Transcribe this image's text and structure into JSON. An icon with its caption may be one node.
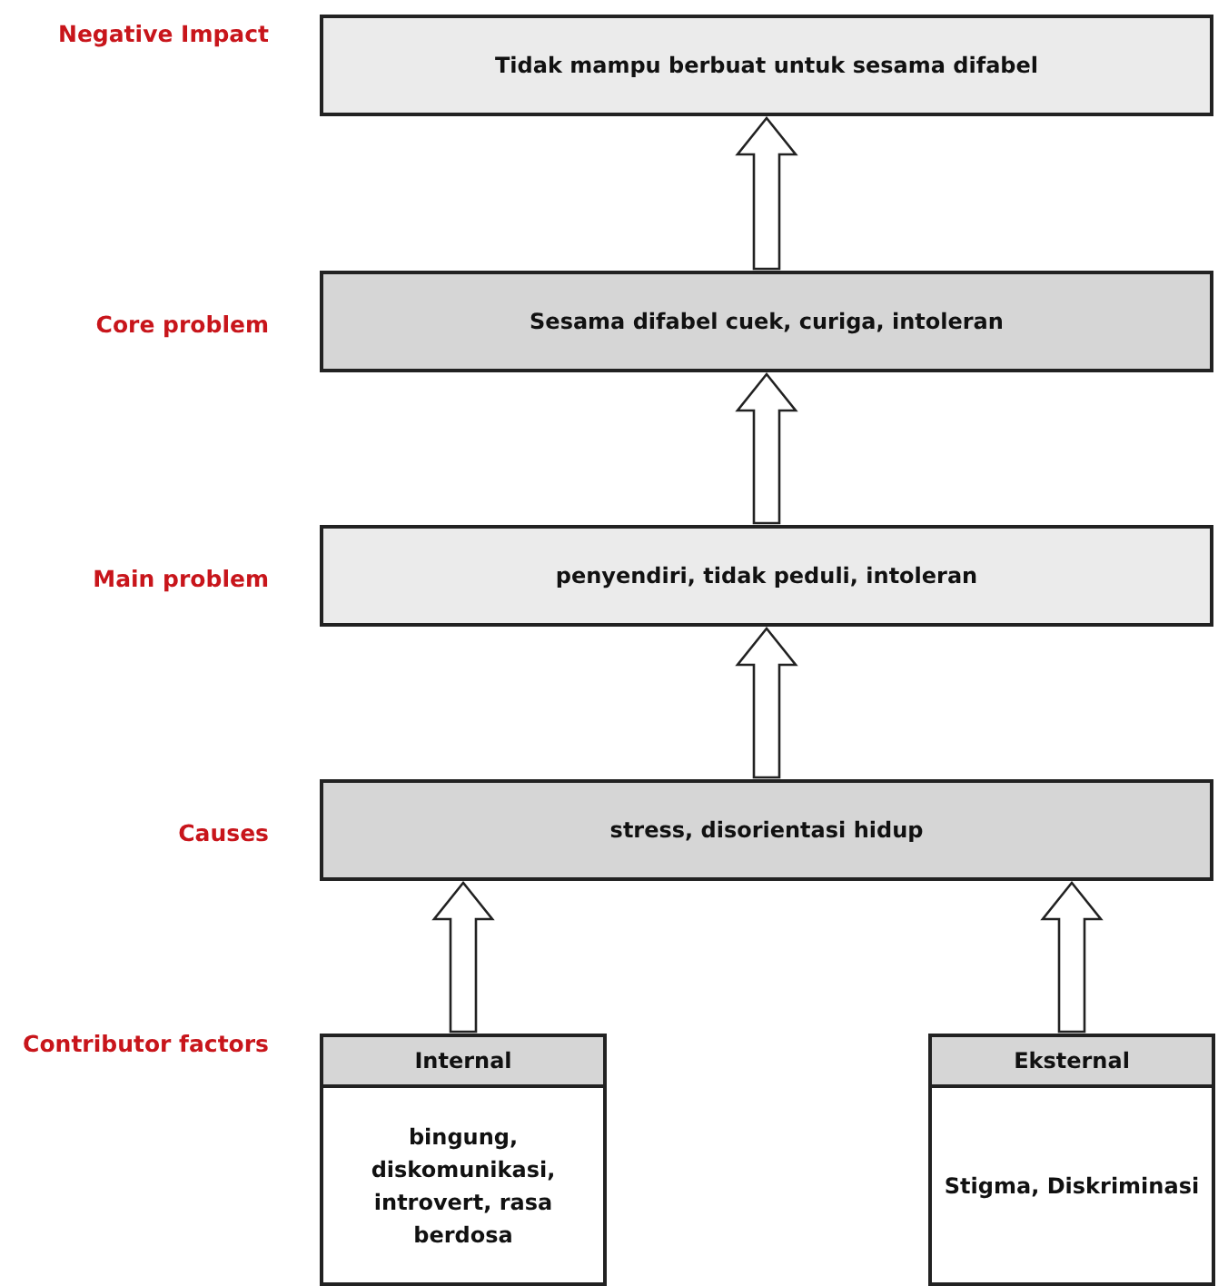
{
  "diagram": {
    "nodes": [
      {
        "text": [
          "Tidak mampu berbuat untuk sesama difabel"
        ]
      },
      {
        "text": [
          "Sesama difabel cuek, curiga, intoleran"
        ]
      },
      {
        "text": [
          "penyendiri, tidak peduli, intoleran"
        ]
      },
      {
        "text": [
          "stress, disorientasi hidup"
        ]
      },
      {
        "text": [
          "Internal",
          "bingung, diskomunikasi, introvert, rasa berdosa"
        ]
      },
      {
        "text": [
          "Eksternal",
          "Stigma, Diskriminasi"
        ]
      }
    ],
    "edges": [
      {
        "from": 1,
        "to": 0,
        "arrow": "to"
      },
      {
        "from": 2,
        "to": 1,
        "arrow": "to"
      },
      {
        "from": 3,
        "to": 2,
        "arrow": "to"
      },
      {
        "from": 4,
        "to": 3,
        "arrow": "to"
      },
      {
        "from": 5,
        "to": 3,
        "arrow": "to"
      }
    ],
    "labels": [
      "Negative Impact",
      "Core problem",
      "Main problem",
      "Causes",
      "Contributor factors"
    ]
  }
}
